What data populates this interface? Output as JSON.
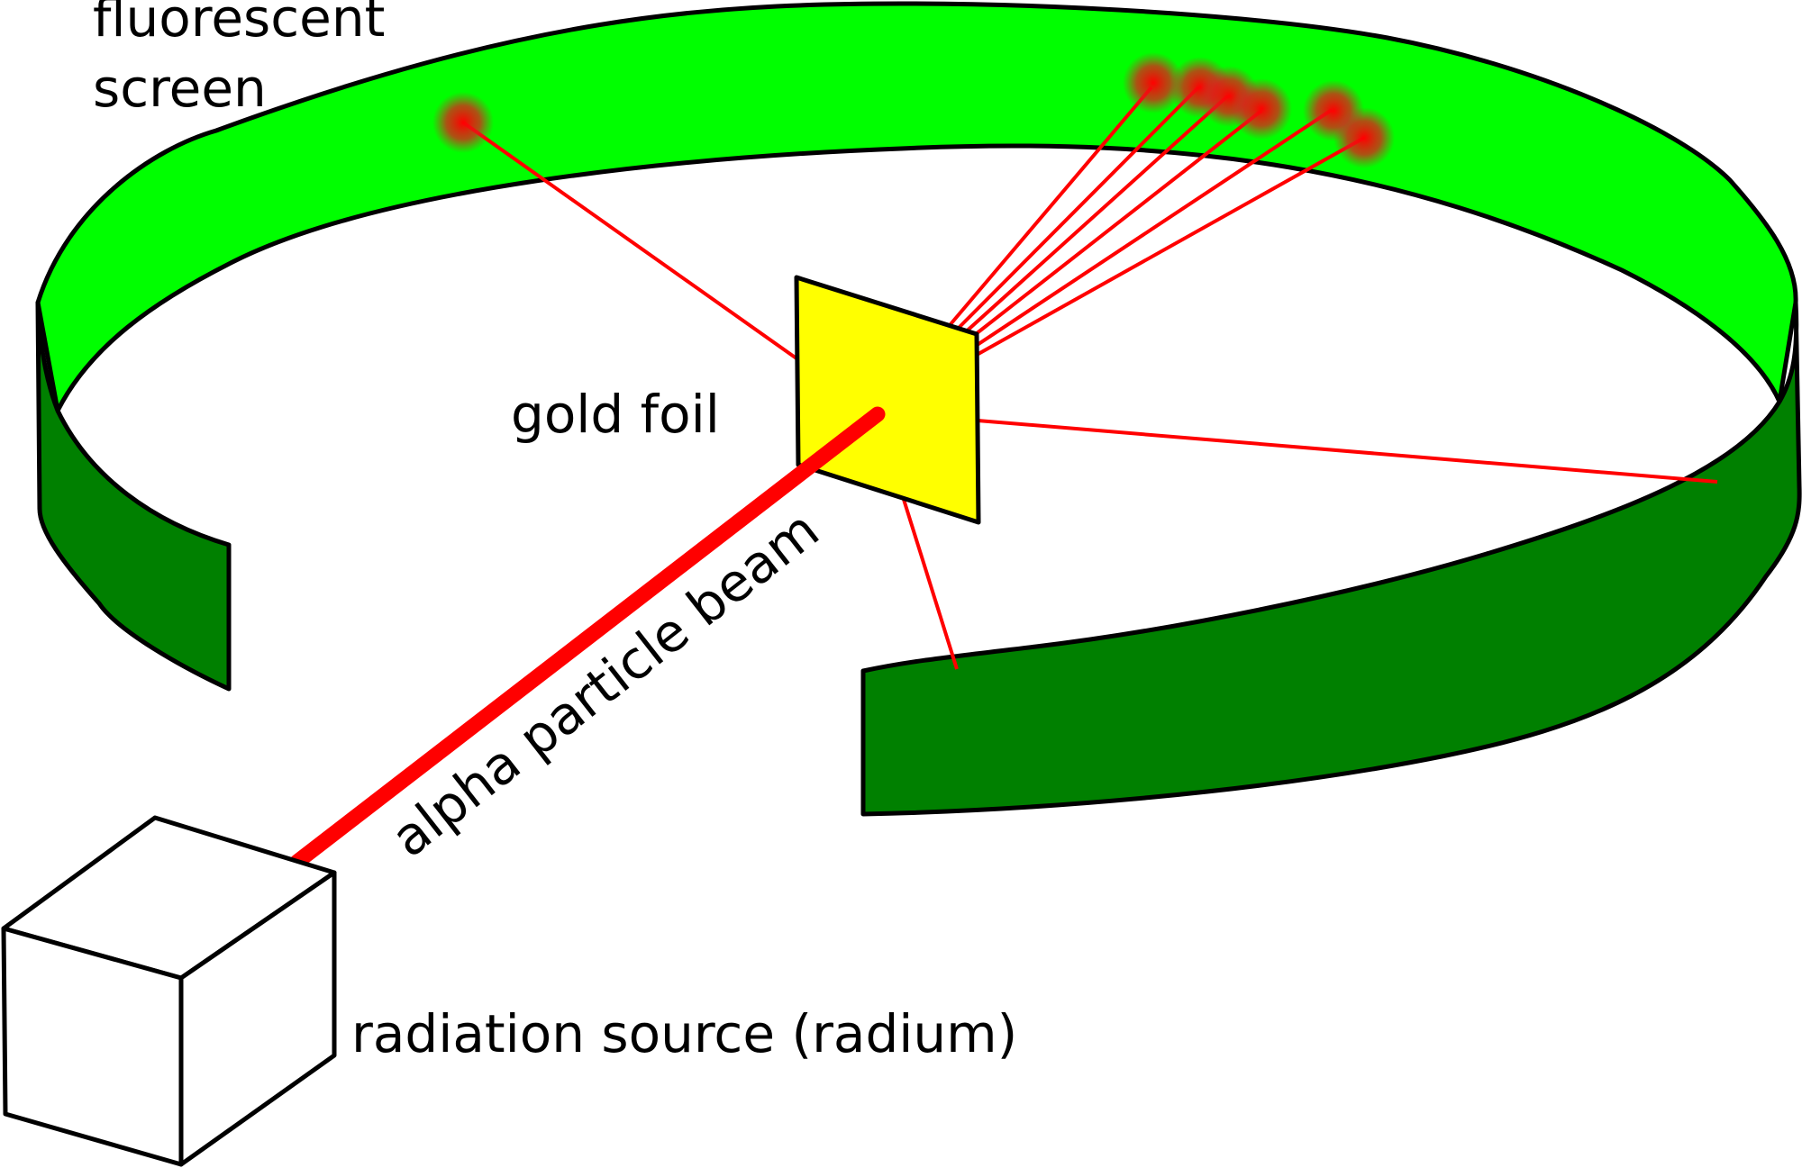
{
  "labels": {
    "screen_line1": "fluorescent",
    "screen_line2": "screen",
    "foil": "gold foil",
    "beam": "alpha particle beam",
    "source": "radiation source (radium)"
  },
  "colors": {
    "screen_inner": "#00ff00",
    "screen_outer": "#008000",
    "foil": "#ffff00",
    "beam": "#ff0000",
    "deflected_path": "#ff0000",
    "source_box": "#ffffff",
    "outline": "#000000"
  },
  "components": {
    "screen_icon": "fluorescent-screen-band",
    "foil_icon": "gold-foil-sheet",
    "source_icon": "radium-source-cube",
    "flash_icon": "scintillation-flash"
  }
}
